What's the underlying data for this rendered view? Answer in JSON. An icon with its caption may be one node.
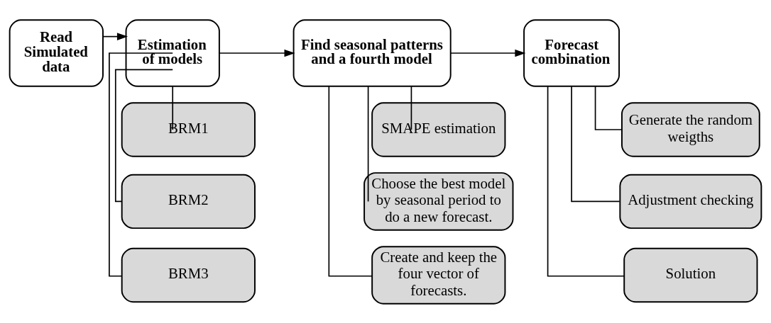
{
  "diagram": {
    "nodes": [
      {
        "text": [
          "Read Simulated data"
        ]
      },
      {
        "text": [
          "Estimation of models"
        ]
      },
      {
        "text": [
          "BRM1"
        ]
      },
      {
        "text": [
          "BRM2"
        ]
      },
      {
        "text": [
          "BRM3"
        ]
      },
      {
        "text": [
          "Find seasonal patterns and a fourth model"
        ]
      },
      {
        "text": [
          "SMAPE estimation"
        ]
      },
      {
        "text": [
          "Choose the best model by seasonal period to do a new forecast."
        ]
      },
      {
        "text": [
          "Create and keep the four vector of forecasts."
        ]
      },
      {
        "text": [
          "Forecast combination"
        ]
      },
      {
        "text": [
          "Generate the random weigths"
        ]
      },
      {
        "text": [
          "Adjustment checking"
        ]
      },
      {
        "text": [
          "Solution"
        ]
      }
    ],
    "edges": [
      {
        "from": 0,
        "to": 1,
        "arrow": "to"
      },
      {
        "from": 1,
        "to": 5,
        "arrow": "to"
      },
      {
        "from": 5,
        "to": 9,
        "arrow": "to"
      },
      {
        "from": 1,
        "to": 2,
        "arrow": "none"
      },
      {
        "from": 1,
        "to": 3,
        "arrow": "none"
      },
      {
        "from": 1,
        "to": 4,
        "arrow": "none"
      },
      {
        "from": 5,
        "to": 6,
        "arrow": "none"
      },
      {
        "from": 5,
        "to": 7,
        "arrow": "none"
      },
      {
        "from": 5,
        "to": 8,
        "arrow": "none"
      },
      {
        "from": 9,
        "to": 10,
        "arrow": "none"
      },
      {
        "from": 9,
        "to": 11,
        "arrow": "none"
      },
      {
        "from": 9,
        "to": 12,
        "arrow": "none"
      }
    ]
  }
}
